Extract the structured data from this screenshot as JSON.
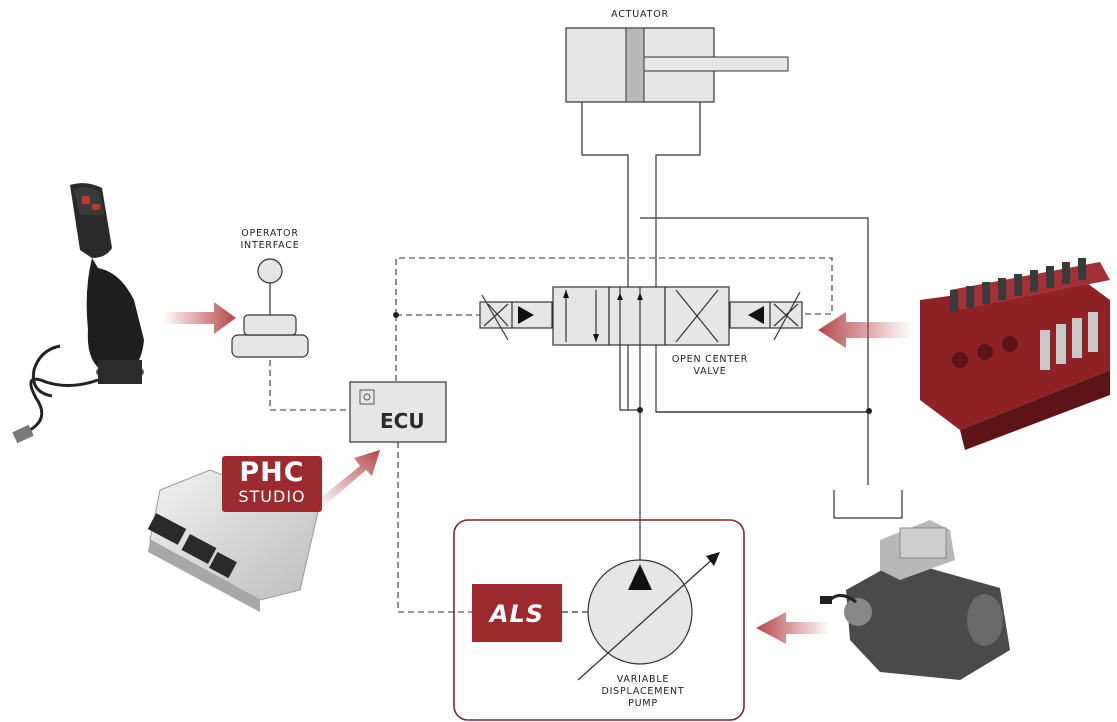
{
  "labels": {
    "actuator": "ACTUATOR",
    "operator_interface_line1": "OPERATOR",
    "operator_interface_line2": "INTERFACE",
    "ecu": "ECU",
    "open_center_valve_line1": "OPEN CENTER",
    "open_center_valve_line2": "VALVE",
    "pump_line1": "VARIABLE",
    "pump_line2": "DISPLACEMENT",
    "pump_line3": "PUMP"
  },
  "logos": {
    "phc_line1": "PHC",
    "phc_line2": "STUDIO",
    "als": "ALS"
  },
  "colors": {
    "brand_red": "#9c2a2e",
    "arrow_red": "#b5474a",
    "line": "#333333",
    "component_fill": "#e6e6e6"
  }
}
